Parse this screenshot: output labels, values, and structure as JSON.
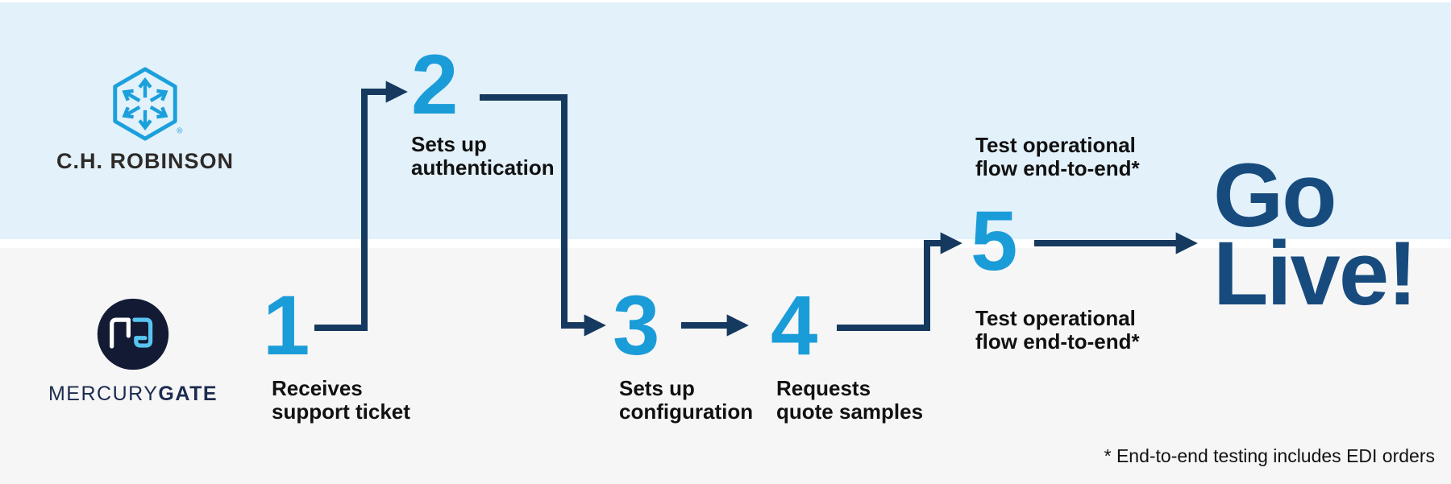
{
  "palette": {
    "lane_top_bg": "#E2F1FA",
    "lane_bottom_bg": "#F6F6F6",
    "lane_divider": "#FFFFFF",
    "step_number_blue": "#1A9CD8",
    "arrow_navy": "#16395F",
    "go_live_navy": "#174B7E",
    "label_black": "#111111",
    "chr_logo_blue": "#1BA0DC",
    "chr_wordmark_color": "#2E2A27",
    "mg_circle_navy": "#131B34",
    "mg_monogram_m": "#FFFFFF",
    "mg_monogram_g": "#58C5F0",
    "mg_wordmark_navy": "#1C2B4F"
  },
  "top_lane": {
    "company": "C.H. Robinson",
    "logo_icon": "hexagon-arrows-icon",
    "wordmark": "C.H. ROBINSON",
    "registered_mark": "®"
  },
  "bottom_lane": {
    "company": "MercuryGate",
    "logo_icon": "mg-circle-icon",
    "monogram": "MG",
    "wordmark_regular": "MERCURY",
    "wordmark_bold": "GATE"
  },
  "steps": [
    {
      "number": "1",
      "lane": "bottom",
      "label": "Receives\nsupport ticket"
    },
    {
      "number": "2",
      "lane": "top",
      "label": "Sets up\nauthentication"
    },
    {
      "number": "3",
      "lane": "bottom",
      "label": "Sets up\nconfiguration"
    },
    {
      "number": "4",
      "lane": "bottom",
      "label": "Requests\nquote samples"
    },
    {
      "number": "5",
      "lane": "middle",
      "label_above": "Test operational\nflow end-to-end*",
      "label_below": "Test operational\nflow end-to-end*"
    }
  ],
  "go_live": "Go\nLive!",
  "footnote": "* End-to-end testing includes EDI orders"
}
